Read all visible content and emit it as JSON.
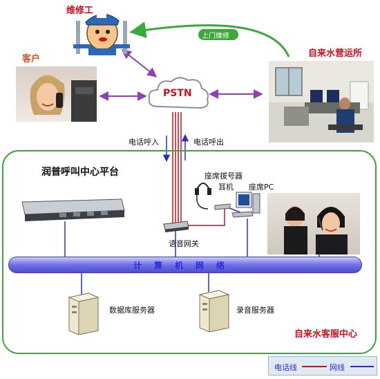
{
  "nodes": {
    "repairman": "维修工",
    "customer": "客户",
    "pstn": "PSTN",
    "water_company": "自来水营运所",
    "platform": "润普呼叫中心平台",
    "seat_dialer": "座席拔号器",
    "headset": "耳机",
    "seat_pc": "座席PC",
    "voice_gateway": "语音网关",
    "bus_label": "计算机网络",
    "db_server": "数据库服务器",
    "rec_server": "录音服务器",
    "service_center": "自来水客服中心"
  },
  "edges": {
    "call_in": "电话呼入",
    "call_out": "电话呼出",
    "onsite_repair": "上门维修"
  },
  "legend": {
    "phone_line": "电话线",
    "network_line": "网线"
  },
  "colors": {
    "phone_line": "#c8101e",
    "network_line": "#2b2bd8",
    "service_border": "#3aa93a",
    "arrow_purple": "#8e3fb5",
    "title_red": "#c8101e"
  }
}
